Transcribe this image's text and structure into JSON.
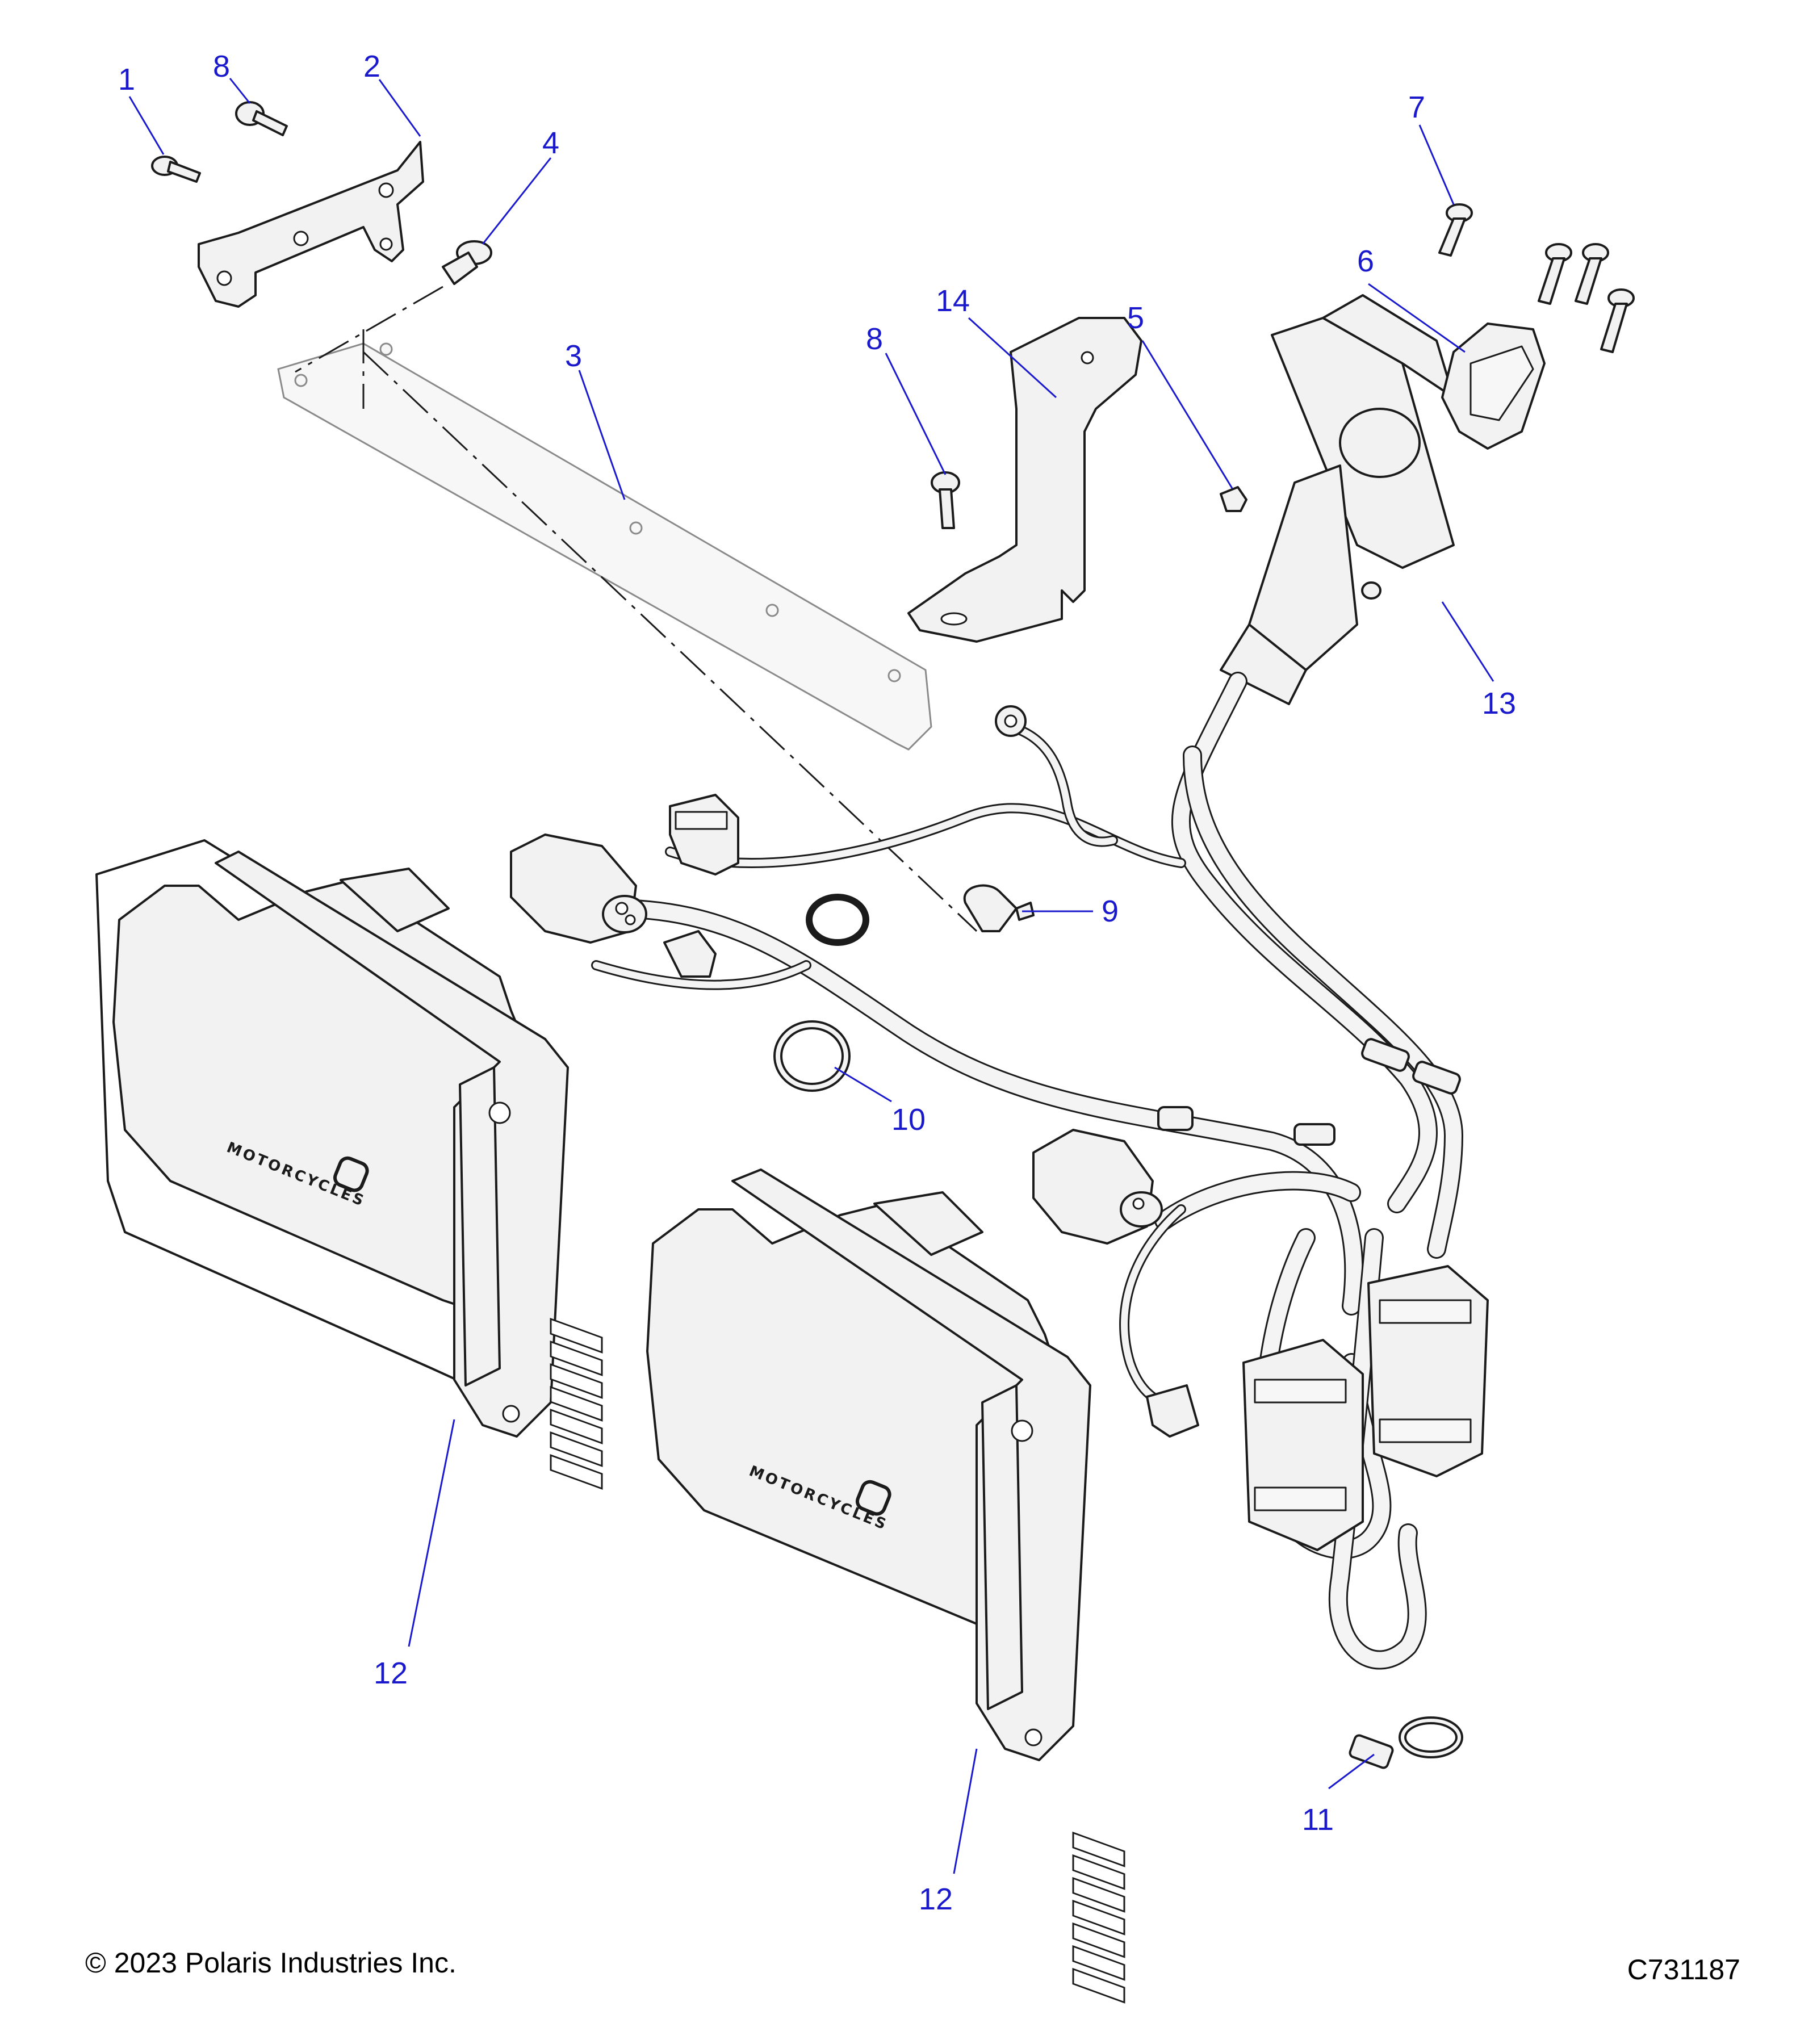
{
  "callouts": {
    "c1": "1",
    "c2": "2",
    "c3": "3",
    "c4": "4",
    "c5": "5",
    "c6": "6",
    "c7": "7",
    "c8a": "8",
    "c8b": "8",
    "c9": "9",
    "c10": "10",
    "c11": "11",
    "c12a": "12",
    "c12b": "12",
    "c13": "13",
    "c14": "14"
  },
  "logo": {
    "ecu_left": "MOTORCYCLES",
    "ecu_right": "MOTORCYCLES"
  },
  "footer": {
    "copyright": "© 2023 Polaris Industries Inc.",
    "figure_id": "C731187"
  },
  "colors": {
    "callout": "#1a1acc",
    "line": "#1b1b1b",
    "part_fill": "#f2f2f2"
  }
}
